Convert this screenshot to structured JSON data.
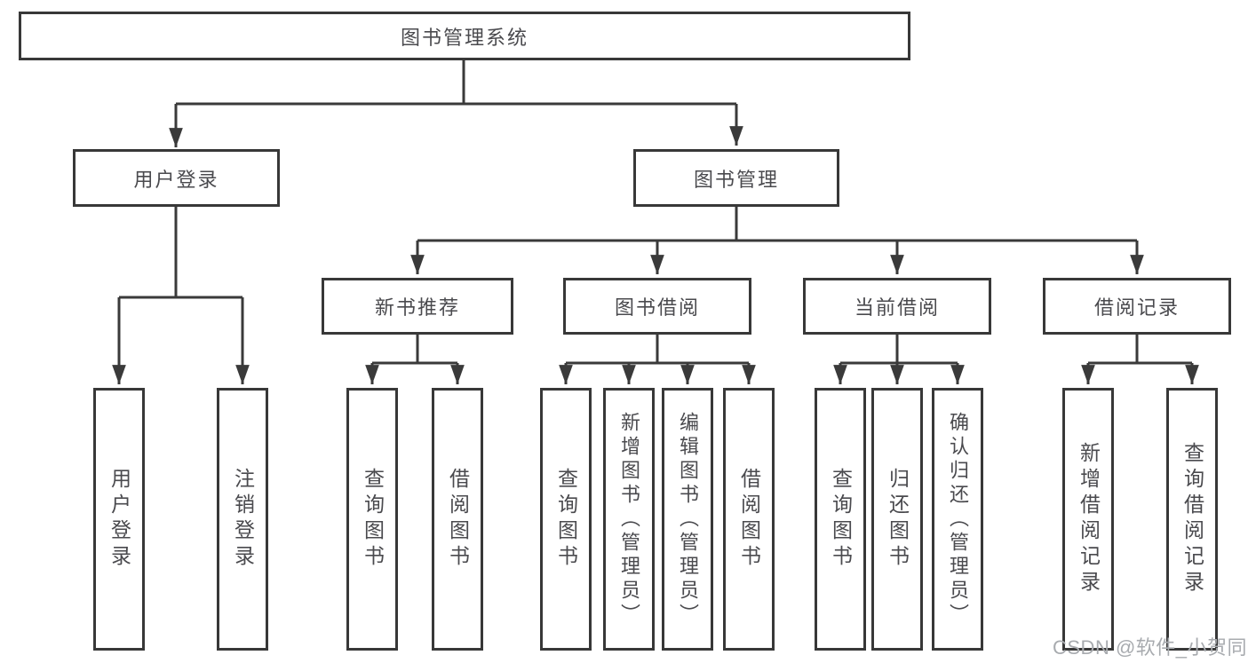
{
  "diagram": {
    "root": "图书管理系统",
    "level2": {
      "user_login": {
        "label": "用户登录",
        "children": [
          "用户登录",
          "注销登录"
        ]
      },
      "book_mgmt": {
        "label": "图书管理"
      }
    },
    "level3": {
      "new_book_rec": {
        "label": "新书推荐",
        "children": [
          "查询图书",
          "借阅图书"
        ]
      },
      "book_borrow": {
        "label": "图书借阅",
        "children": [
          "查询图书",
          "新增图书（管理员）",
          "编辑图书（管理员）",
          "借阅图书"
        ]
      },
      "current_borrow": {
        "label": "当前借阅",
        "children": [
          "查询图书",
          "归还图书",
          "确认归还（管理员）"
        ]
      },
      "borrow_records": {
        "label": "借阅记录",
        "children": [
          "新增借阅记录",
          "查询借阅记录"
        ]
      }
    },
    "watermark": "CSDN @软件_小贺同学",
    "colors": {
      "line": "#3a3a3a",
      "border": "#383838",
      "text": "#4a4a4e",
      "watermark": "#a8abaf",
      "bg": "#ffffff"
    }
  }
}
